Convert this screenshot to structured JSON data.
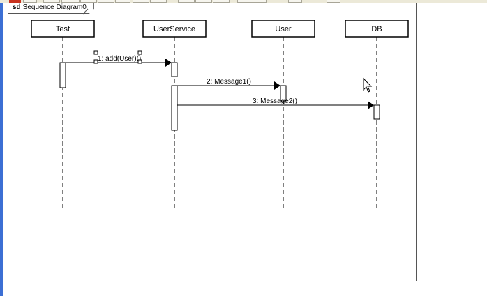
{
  "frame": {
    "keyword": "sd",
    "name": "Sequence Diagram0"
  },
  "participants": [
    {
      "id": "test",
      "name": "Test"
    },
    {
      "id": "userservice",
      "name": "UserService"
    },
    {
      "id": "user",
      "name": "User"
    },
    {
      "id": "db",
      "name": "DB"
    }
  ],
  "messages": [
    {
      "seq": "1",
      "label": "1: add(User)()",
      "from": "test",
      "to": "userservice"
    },
    {
      "seq": "2",
      "label": "2: Message1()",
      "from": "userservice",
      "to": "user"
    },
    {
      "seq": "3",
      "label": "3: Message2()",
      "from": "userservice",
      "to": "db"
    }
  ],
  "colors": {
    "line": "#000000",
    "frame": "#555555",
    "app_border": "#3c6fd4"
  }
}
